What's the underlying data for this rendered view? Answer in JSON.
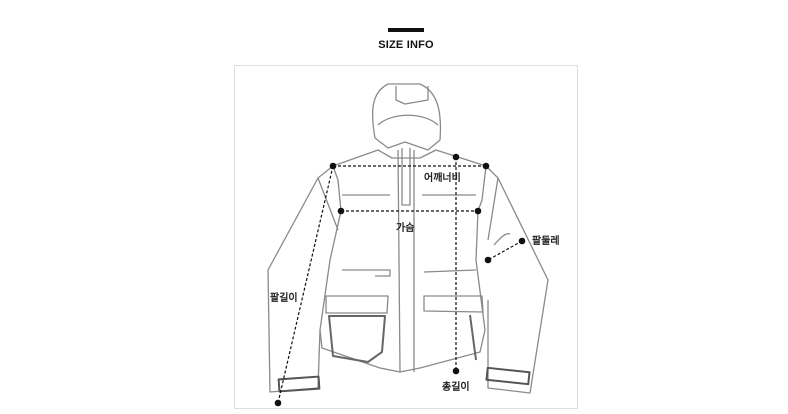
{
  "header": {
    "title": "SIZE INFO"
  },
  "diagram": {
    "labels": {
      "shoulder": "어깨너비",
      "chest": "가슴",
      "arm_circumference": "팔둘레",
      "sleeve_length": "팔길이",
      "total_length": "총길이"
    }
  }
}
